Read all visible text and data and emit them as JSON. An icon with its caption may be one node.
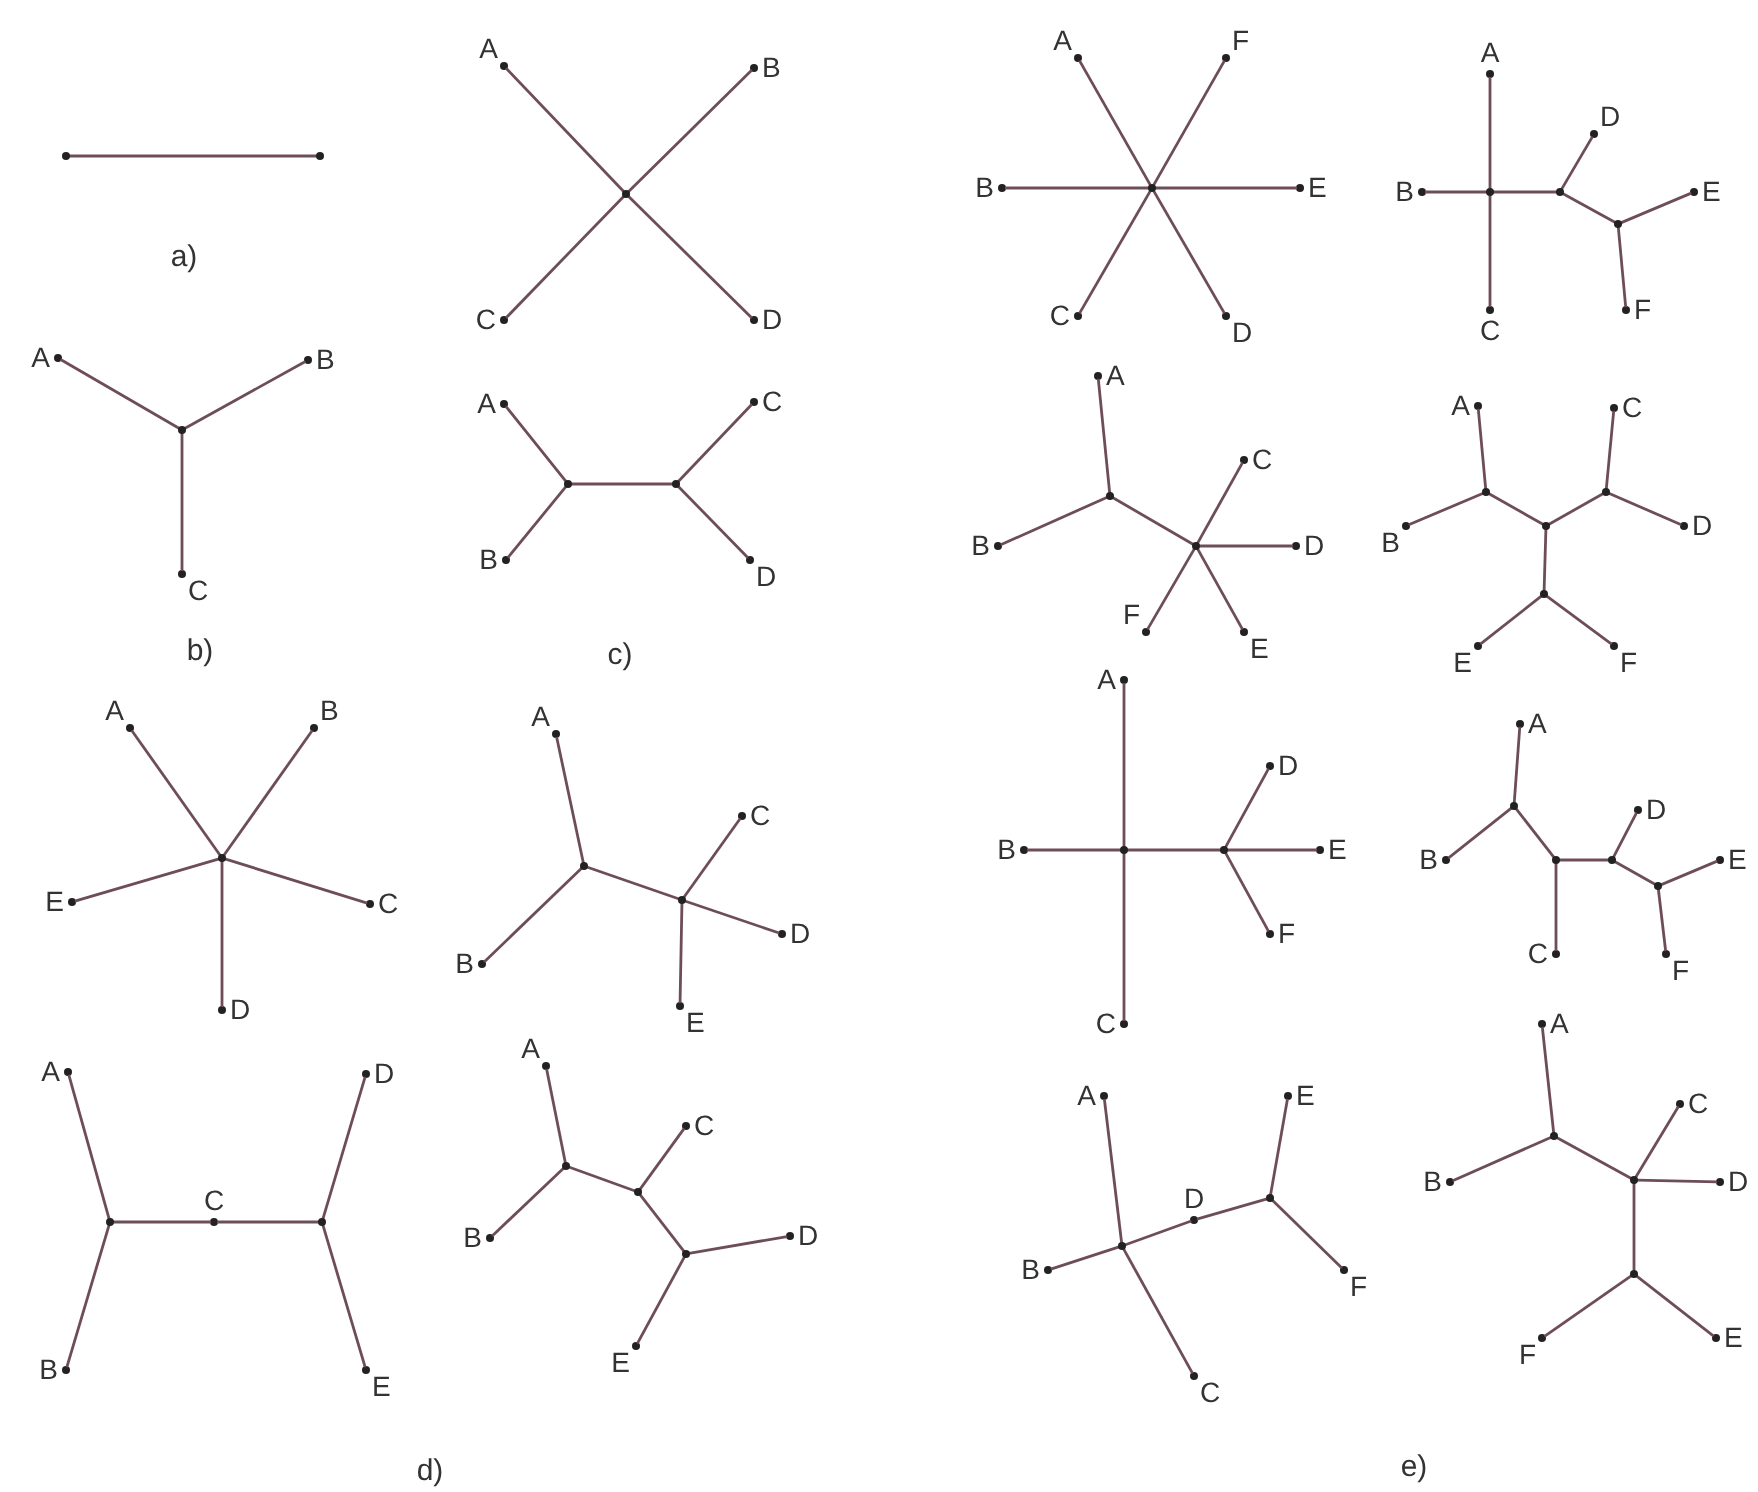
{
  "diagram": {
    "nodes": [
      {
        "text": [],
        "shape": "circle"
      },
      {
        "text": [],
        "shape": "circle"
      },
      {
        "text": [
          "A"
        ]
      },
      {
        "text": [
          "B"
        ]
      },
      {
        "text": [
          "C"
        ]
      },
      {
        "text": [],
        "shape": "circle"
      },
      {
        "text": [
          "A"
        ]
      },
      {
        "text": [
          "B"
        ]
      },
      {
        "text": [
          "C"
        ]
      },
      {
        "text": [
          "D"
        ]
      },
      {
        "text": [],
        "shape": "circle"
      },
      {
        "text": [
          "A"
        ]
      },
      {
        "text": [
          "C"
        ]
      },
      {
        "text": [
          "B"
        ]
      },
      {
        "text": [
          "D"
        ]
      },
      {
        "text": [],
        "shape": "circle"
      },
      {
        "text": [],
        "shape": "circle"
      },
      {
        "text": [
          "A"
        ]
      },
      {
        "text": [
          "B"
        ]
      },
      {
        "text": [
          "E"
        ]
      },
      {
        "text": [
          "C"
        ]
      },
      {
        "text": [
          "D"
        ]
      },
      {
        "text": [],
        "shape": "circle"
      },
      {
        "text": [
          "A"
        ]
      },
      {
        "text": [
          "C"
        ]
      },
      {
        "text": [
          "B"
        ]
      },
      {
        "text": [
          "D"
        ]
      },
      {
        "text": [
          "E"
        ]
      },
      {
        "text": [],
        "shape": "circle"
      },
      {
        "text": [],
        "shape": "circle"
      },
      {
        "text": [
          "A"
        ]
      },
      {
        "text": [
          "D"
        ]
      },
      {
        "text": [
          "C"
        ]
      },
      {
        "text": [
          "B"
        ]
      },
      {
        "text": [
          "E"
        ]
      },
      {
        "text": [],
        "shape": "circle"
      },
      {
        "text": [],
        "shape": "circle"
      },
      {
        "text": [
          "A"
        ]
      },
      {
        "text": [
          "C"
        ]
      },
      {
        "text": [
          "B"
        ]
      },
      {
        "text": [
          "D"
        ]
      },
      {
        "text": [
          "E"
        ]
      },
      {
        "text": [],
        "shape": "circle"
      },
      {
        "text": [],
        "shape": "circle"
      },
      {
        "text": [],
        "shape": "circle"
      },
      {
        "text": [
          "A"
        ]
      },
      {
        "text": [
          "F"
        ]
      },
      {
        "text": [
          "B"
        ]
      },
      {
        "text": [
          "E"
        ]
      },
      {
        "text": [
          "C"
        ]
      },
      {
        "text": [
          "D"
        ]
      },
      {
        "text": [],
        "shape": "circle"
      },
      {
        "text": [
          "A"
        ]
      },
      {
        "text": [
          "D"
        ]
      },
      {
        "text": [
          "B"
        ]
      },
      {
        "text": [
          "E"
        ]
      },
      {
        "text": [
          "F"
        ]
      },
      {
        "text": [
          "C"
        ]
      },
      {
        "text": [],
        "shape": "circle"
      },
      {
        "text": [],
        "shape": "circle"
      },
      {
        "text": [],
        "shape": "circle"
      },
      {
        "text": [
          "A"
        ]
      },
      {
        "text": [
          "C"
        ]
      },
      {
        "text": [
          "B"
        ]
      },
      {
        "text": [
          "D"
        ]
      },
      {
        "text": [
          "F"
        ]
      },
      {
        "text": [
          "E"
        ]
      },
      {
        "text": [],
        "shape": "circle"
      },
      {
        "text": [],
        "shape": "circle"
      },
      {
        "text": [
          "A"
        ]
      },
      {
        "text": [
          "C"
        ]
      },
      {
        "text": [
          "B"
        ]
      },
      {
        "text": [
          "D"
        ]
      },
      {
        "text": [
          "E"
        ]
      },
      {
        "text": [
          "F"
        ]
      },
      {
        "text": [],
        "shape": "circle"
      },
      {
        "text": [],
        "shape": "circle"
      },
      {
        "text": [],
        "shape": "circle"
      },
      {
        "text": [],
        "shape": "circle"
      },
      {
        "text": [
          "A"
        ]
      },
      {
        "text": [
          "D"
        ]
      },
      {
        "text": [
          "B"
        ]
      },
      {
        "text": [
          "E"
        ]
      },
      {
        "text": [
          "F"
        ]
      },
      {
        "text": [
          "C"
        ]
      },
      {
        "text": [],
        "shape": "circle"
      },
      {
        "text": [],
        "shape": "circle"
      },
      {
        "text": [
          "A"
        ]
      },
      {
        "text": [
          "D"
        ]
      },
      {
        "text": [
          "B"
        ]
      },
      {
        "text": [
          "E"
        ]
      },
      {
        "text": [
          "C"
        ]
      },
      {
        "text": [
          "F"
        ]
      },
      {
        "text": [],
        "shape": "circle"
      },
      {
        "text": [],
        "shape": "circle"
      },
      {
        "text": [],
        "shape": "circle"
      },
      {
        "text": [],
        "shape": "circle"
      },
      {
        "text": [
          "A"
        ]
      },
      {
        "text": [
          "E"
        ]
      },
      {
        "text": [
          "D"
        ]
      },
      {
        "text": [
          "B"
        ]
      },
      {
        "text": [
          "F"
        ]
      },
      {
        "text": [
          "C"
        ]
      },
      {
        "text": [],
        "shape": "circle"
      },
      {
        "text": [],
        "shape": "circle"
      },
      {
        "text": [
          "A"
        ]
      },
      {
        "text": [
          "C"
        ]
      },
      {
        "text": [
          "B"
        ]
      },
      {
        "text": [
          "D"
        ]
      },
      {
        "text": [
          "F"
        ]
      },
      {
        "text": [
          "E"
        ]
      },
      {
        "text": [],
        "shape": "circle"
      },
      {
        "text": [],
        "shape": "circle"
      },
      {
        "text": [],
        "shape": "circle"
      }
    ],
    "edges": [
      {
        "from": 0,
        "to": 1,
        "arrow": "none"
      },
      {
        "from": 2,
        "to": 5,
        "arrow": "none"
      },
      {
        "from": 3,
        "to": 5,
        "arrow": "none"
      },
      {
        "from": 5,
        "to": 4,
        "arrow": "none"
      },
      {
        "from": 6,
        "to": 10,
        "arrow": "none"
      },
      {
        "from": 7,
        "to": 10,
        "arrow": "none"
      },
      {
        "from": 10,
        "to": 8,
        "arrow": "none"
      },
      {
        "from": 10,
        "to": 9,
        "arrow": "none"
      },
      {
        "from": 11,
        "to": 15,
        "arrow": "none"
      },
      {
        "from": 13,
        "to": 15,
        "arrow": "none"
      },
      {
        "from": 15,
        "to": 16,
        "arrow": "none"
      },
      {
        "from": 16,
        "to": 12,
        "arrow": "none"
      },
      {
        "from": 16,
        "to": 14,
        "arrow": "none"
      },
      {
        "from": 17,
        "to": 22,
        "arrow": "none"
      },
      {
        "from": 18,
        "to": 22,
        "arrow": "none"
      },
      {
        "from": 19,
        "to": 22,
        "arrow": "none"
      },
      {
        "from": 22,
        "to": 20,
        "arrow": "none"
      },
      {
        "from": 22,
        "to": 21,
        "arrow": "none"
      },
      {
        "from": 23,
        "to": 28,
        "arrow": "none"
      },
      {
        "from": 25,
        "to": 28,
        "arrow": "none"
      },
      {
        "from": 28,
        "to": 29,
        "arrow": "none"
      },
      {
        "from": 29,
        "to": 24,
        "arrow": "none"
      },
      {
        "from": 29,
        "to": 26,
        "arrow": "none"
      },
      {
        "from": 29,
        "to": 27,
        "arrow": "none"
      },
      {
        "from": 30,
        "to": 35,
        "arrow": "none"
      },
      {
        "from": 33,
        "to": 35,
        "arrow": "none"
      },
      {
        "from": 35,
        "to": 32,
        "arrow": "none"
      },
      {
        "from": 32,
        "to": 36,
        "arrow": "none"
      },
      {
        "from": 36,
        "to": 31,
        "arrow": "none"
      },
      {
        "from": 36,
        "to": 34,
        "arrow": "none"
      },
      {
        "from": 37,
        "to": 42,
        "arrow": "none"
      },
      {
        "from": 39,
        "to": 42,
        "arrow": "none"
      },
      {
        "from": 42,
        "to": 43,
        "arrow": "none"
      },
      {
        "from": 43,
        "to": 38,
        "arrow": "none"
      },
      {
        "from": 43,
        "to": 44,
        "arrow": "none"
      },
      {
        "from": 44,
        "to": 40,
        "arrow": "none"
      },
      {
        "from": 44,
        "to": 41,
        "arrow": "none"
      },
      {
        "from": 45,
        "to": 51,
        "arrow": "none"
      },
      {
        "from": 46,
        "to": 51,
        "arrow": "none"
      },
      {
        "from": 47,
        "to": 51,
        "arrow": "none"
      },
      {
        "from": 51,
        "to": 48,
        "arrow": "none"
      },
      {
        "from": 51,
        "to": 49,
        "arrow": "none"
      },
      {
        "from": 51,
        "to": 50,
        "arrow": "none"
      },
      {
        "from": 52,
        "to": 58,
        "arrow": "none"
      },
      {
        "from": 54,
        "to": 58,
        "arrow": "none"
      },
      {
        "from": 58,
        "to": 57,
        "arrow": "none"
      },
      {
        "from": 58,
        "to": 59,
        "arrow": "none"
      },
      {
        "from": 59,
        "to": 53,
        "arrow": "none"
      },
      {
        "from": 59,
        "to": 60,
        "arrow": "none"
      },
      {
        "from": 60,
        "to": 55,
        "arrow": "none"
      },
      {
        "from": 60,
        "to": 56,
        "arrow": "none"
      },
      {
        "from": 61,
        "to": 67,
        "arrow": "none"
      },
      {
        "from": 63,
        "to": 67,
        "arrow": "none"
      },
      {
        "from": 67,
        "to": 68,
        "arrow": "none"
      },
      {
        "from": 68,
        "to": 62,
        "arrow": "none"
      },
      {
        "from": 68,
        "to": 64,
        "arrow": "none"
      },
      {
        "from": 68,
        "to": 65,
        "arrow": "none"
      },
      {
        "from": 68,
        "to": 66,
        "arrow": "none"
      },
      {
        "from": 69,
        "to": 75,
        "arrow": "none"
      },
      {
        "from": 71,
        "to": 75,
        "arrow": "none"
      },
      {
        "from": 75,
        "to": 76,
        "arrow": "none"
      },
      {
        "from": 76,
        "to": 77,
        "arrow": "none"
      },
      {
        "from": 77,
        "to": 70,
        "arrow": "none"
      },
      {
        "from": 77,
        "to": 72,
        "arrow": "none"
      },
      {
        "from": 76,
        "to": 78,
        "arrow": "none"
      },
      {
        "from": 78,
        "to": 73,
        "arrow": "none"
      },
      {
        "from": 78,
        "to": 74,
        "arrow": "none"
      },
      {
        "from": 79,
        "to": 85,
        "arrow": "none"
      },
      {
        "from": 81,
        "to": 85,
        "arrow": "none"
      },
      {
        "from": 85,
        "to": 84,
        "arrow": "none"
      },
      {
        "from": 85,
        "to": 86,
        "arrow": "none"
      },
      {
        "from": 86,
        "to": 80,
        "arrow": "none"
      },
      {
        "from": 86,
        "to": 82,
        "arrow": "none"
      },
      {
        "from": 86,
        "to": 83,
        "arrow": "none"
      },
      {
        "from": 87,
        "to": 93,
        "arrow": "none"
      },
      {
        "from": 89,
        "to": 93,
        "arrow": "none"
      },
      {
        "from": 93,
        "to": 94,
        "arrow": "none"
      },
      {
        "from": 94,
        "to": 91,
        "arrow": "none"
      },
      {
        "from": 94,
        "to": 95,
        "arrow": "none"
      },
      {
        "from": 95,
        "to": 88,
        "arrow": "none"
      },
      {
        "from": 95,
        "to": 96,
        "arrow": "none"
      },
      {
        "from": 96,
        "to": 90,
        "arrow": "none"
      },
      {
        "from": 96,
        "to": 92,
        "arrow": "none"
      },
      {
        "from": 97,
        "to": 103,
        "arrow": "none"
      },
      {
        "from": 100,
        "to": 103,
        "arrow": "none"
      },
      {
        "from": 103,
        "to": 102,
        "arrow": "none"
      },
      {
        "from": 103,
        "to": 99,
        "arrow": "none"
      },
      {
        "from": 99,
        "to": 104,
        "arrow": "none"
      },
      {
        "from": 104,
        "to": 98,
        "arrow": "none"
      },
      {
        "from": 104,
        "to": 101,
        "arrow": "none"
      },
      {
        "from": 105,
        "to": 111,
        "arrow": "none"
      },
      {
        "from": 107,
        "to": 111,
        "arrow": "none"
      },
      {
        "from": 111,
        "to": 112,
        "arrow": "none"
      },
      {
        "from": 112,
        "to": 106,
        "arrow": "none"
      },
      {
        "from": 112,
        "to": 108,
        "arrow": "none"
      },
      {
        "from": 112,
        "to": 113,
        "arrow": "none"
      },
      {
        "from": 113,
        "to": 109,
        "arrow": "none"
      },
      {
        "from": 113,
        "to": 110,
        "arrow": "none"
      }
    ],
    "labels": [
      "a)",
      "b)",
      "c)",
      "d)",
      "e)"
    ]
  }
}
